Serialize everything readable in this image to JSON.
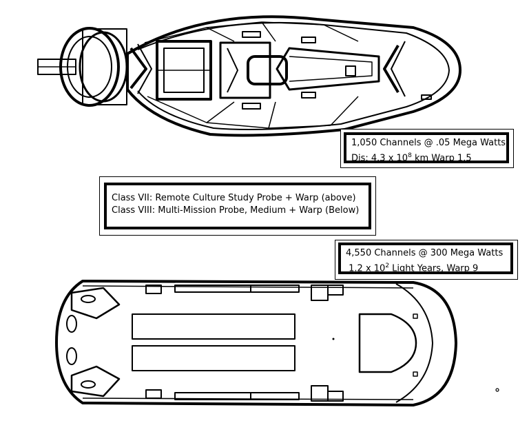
{
  "upper_probe_specs": {
    "line1": "1,050 Channels @ .05 Mega Watts",
    "line2_prefix": "Dis: 4.3 x 10",
    "line2_exp": "8",
    "line2_suffix": " km  Warp 1.5"
  },
  "class_legend": {
    "line1": "Class VII: Remote Culture Study Probe + Warp (above)",
    "line2": "Class VIII: Multi-Mission Probe, Medium + Warp (Below)"
  },
  "lower_probe_specs": {
    "line1": "4,550 Channels @ 300 Mega Watts",
    "line2_prefix": " 1.2 x 10",
    "line2_exp": "2",
    "line2_suffix": " Light Years, Warp 9"
  }
}
